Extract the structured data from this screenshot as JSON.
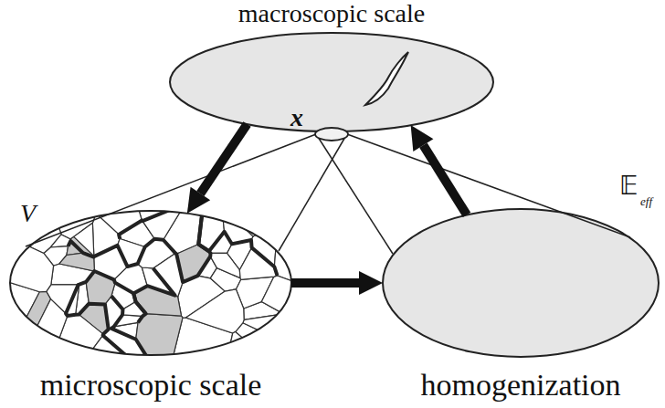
{
  "diagram": {
    "nodes": [
      {
        "text": [
          "macroscopic scale",
          "x"
        ]
      },
      {
        "text": [
          "V",
          "microscopic scale"
        ]
      },
      {
        "text": [
          "𝔼",
          "eff",
          "homogenization"
        ]
      }
    ],
    "edges": [
      {
        "from": 0,
        "to": 1,
        "arrow": "to"
      },
      {
        "from": 1,
        "to": 2,
        "arrow": "to"
      },
      {
        "from": 2,
        "to": 0,
        "arrow": "to"
      }
    ]
  }
}
